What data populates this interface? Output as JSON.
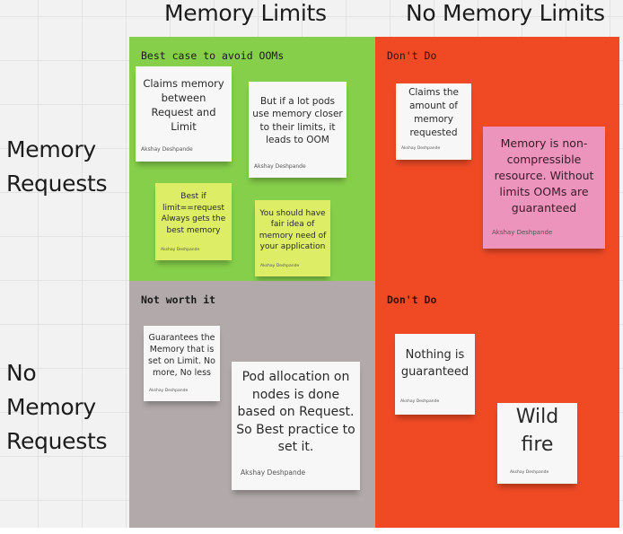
{
  "columns": [
    "Memory Limits",
    "No Memory Limits"
  ],
  "rows": [
    "Memory Requests",
    "No Memory Requests"
  ],
  "row_lines": [
    [
      "Memory",
      "Requests"
    ],
    [
      "No",
      "Memory",
      "Requests"
    ]
  ],
  "colors": {
    "green": "#86cf4a",
    "red": "#f04a25",
    "gray": "#b2aaaa",
    "note_white": "#f7f7f7",
    "note_yellow": "#ddee66",
    "note_pink": "#ec94bc"
  },
  "quadrants": {
    "limits_requests": {
      "title": "Best case to avoid OOMs",
      "notes": [
        {
          "text": "Claims memory between Request and Limit",
          "author": "Akshay Deshpande",
          "color": "white"
        },
        {
          "text": "But if a lot pods use memory closer to their limits, it leads to OOM",
          "author": "Akshay Deshpande",
          "color": "white"
        },
        {
          "text": "Best if limit==request Always gets the best memory",
          "author": "Akshay Deshpande",
          "color": "yellow"
        },
        {
          "text": "You should have fair idea of memory need of your application",
          "author": "Akshay Deshpande",
          "color": "yellow"
        }
      ]
    },
    "nolimits_requests": {
      "title": "Don't Do",
      "notes": [
        {
          "text": "Claims the amount of memory requested",
          "author": "Akshay Deshpande",
          "color": "white"
        },
        {
          "text": "Memory is non-compressible resource. Without limits OOMs are guaranteed",
          "author": "Akshay Deshpande",
          "color": "pink"
        }
      ]
    },
    "limits_norequests": {
      "title": "Not worth it",
      "notes": [
        {
          "text": "Guarantees the Memory that is set on Limit. No more, No less",
          "author": "Akshay Deshpande",
          "color": "white"
        },
        {
          "text": "Pod allocation on nodes is done based on Request. So Best practice to set it.",
          "author": "Akshay Deshpande",
          "color": "white"
        }
      ]
    },
    "nolimits_norequests": {
      "title": "Don't Do",
      "notes": [
        {
          "text": "Nothing is guaranteed",
          "author": "Akshay Deshpande",
          "color": "white"
        },
        {
          "text": "Wild fire",
          "author": "Akshay Deshpande",
          "color": "white"
        }
      ]
    }
  }
}
